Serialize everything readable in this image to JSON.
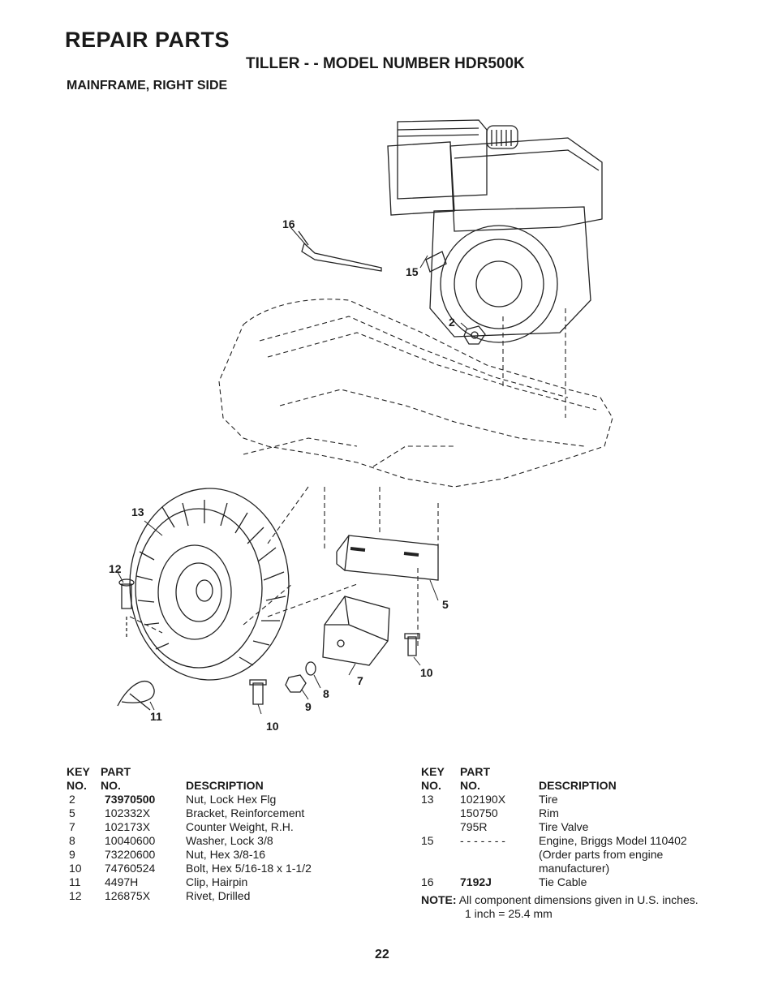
{
  "header": {
    "title": "REPAIR PARTS",
    "subtitle": "TILLER - - MODEL NUMBER HDR500K",
    "section": "MAINFRAME, RIGHT SIDE"
  },
  "callouts": {
    "c16": "16",
    "c15": "15",
    "c2": "2",
    "c13": "13",
    "c12": "12",
    "c5": "5",
    "c7": "7",
    "c8": "8",
    "c9": "9",
    "c10a": "10",
    "c10b": "10",
    "c11": "11"
  },
  "table_headers": {
    "key": "KEY",
    "no1": "NO.",
    "part": "PART",
    "no2": "NO.",
    "description": "DESCRIPTION"
  },
  "left_parts": [
    {
      "key": "2",
      "part": "73970500",
      "desc": "Nut, Lock Hex Flg"
    },
    {
      "key": "5",
      "part": "102332X",
      "desc": "Bracket, Reinforcement"
    },
    {
      "key": "7",
      "part": "102173X",
      "desc": "Counter Weight, R.H."
    },
    {
      "key": "8",
      "part": "10040600",
      "desc": "Washer, Lock 3/8"
    },
    {
      "key": "9",
      "part": "73220600",
      "desc": "Nut, Hex 3/8-16"
    },
    {
      "key": "10",
      "part": "74760524",
      "desc": "Bolt, Hex 5/16-18 x 1-1/2"
    },
    {
      "key": "11",
      "part": "4497H",
      "desc": "Clip, Hairpin"
    },
    {
      "key": "12",
      "part": "126875X",
      "desc": "Rivet, Drilled"
    }
  ],
  "right_parts": [
    {
      "key": "13",
      "part": "102190X",
      "desc": "Tire"
    },
    {
      "key": "",
      "part": "150750",
      "desc": "Rim"
    },
    {
      "key": "",
      "part": "795R",
      "desc": "Tire Valve"
    },
    {
      "key": "15",
      "part": "- - - - - - -",
      "desc": "Engine, Briggs Model 110402"
    },
    {
      "key": "",
      "part": "",
      "desc": "(Order parts from engine"
    },
    {
      "key": "",
      "part": "",
      "desc": "manufacturer)"
    },
    {
      "key": "16",
      "part": "7192J",
      "desc": "Tie Cable"
    }
  ],
  "note": {
    "label": "NOTE:",
    "line1": "All component dimensions given in U.S. inches.",
    "line2": "1 inch = 25.4 mm"
  },
  "page_number": "22"
}
